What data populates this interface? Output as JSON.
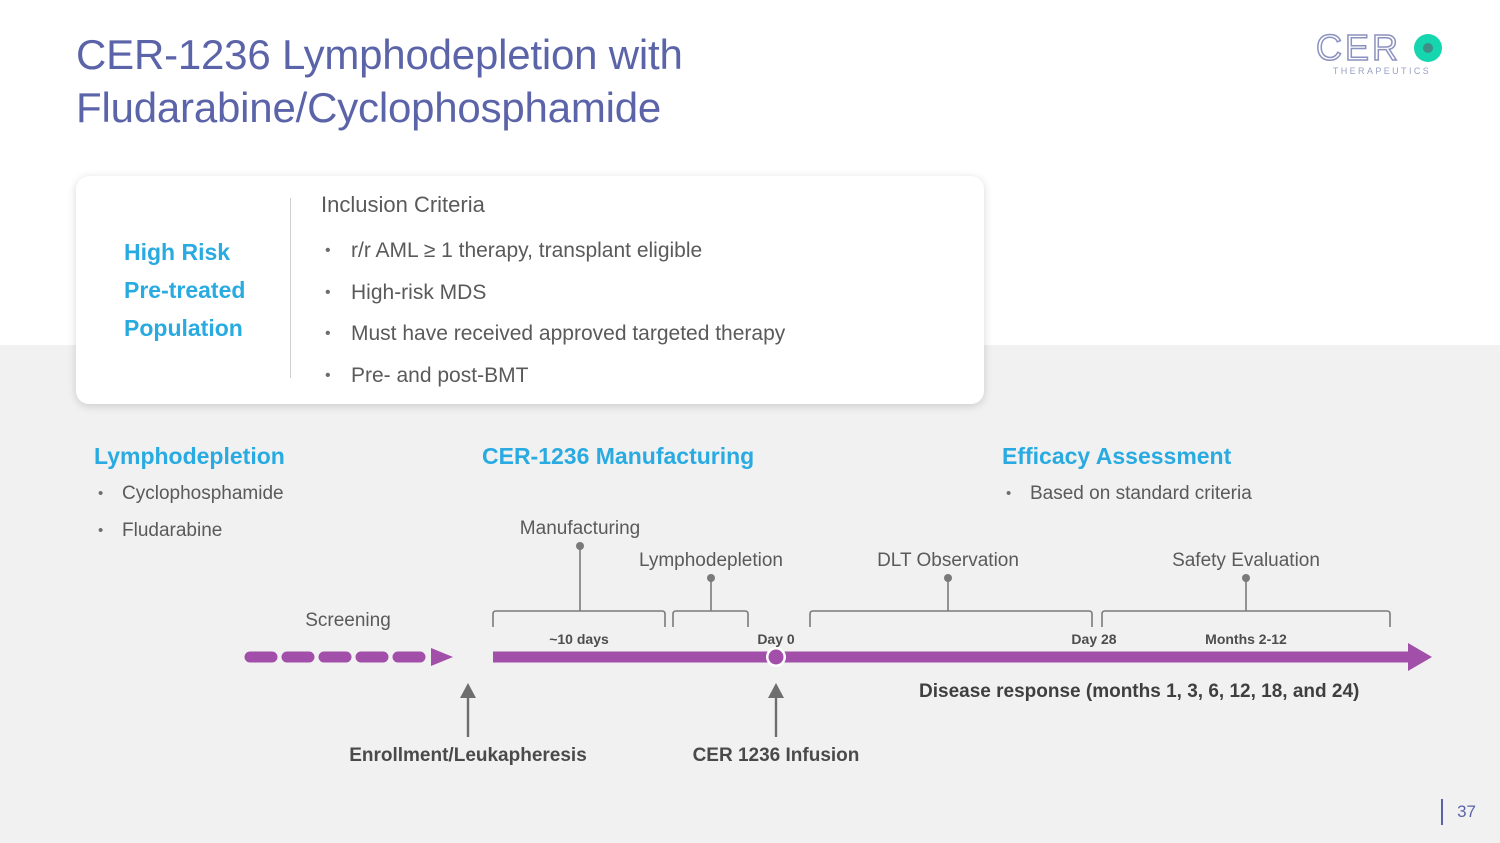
{
  "slide": {
    "title": "CER-1236 Lymphodepletion with\nFludarabine/Cyclophosphamide",
    "page_number": "37",
    "title_color": "#5b64a8",
    "accent_color": "#29abe2",
    "timeline_color": "#a14fa8",
    "band_color": "#f1f1f1"
  },
  "logo": {
    "wordmark": "CER",
    "subtitle": "THERAPEUTICS",
    "dot_color": "#0fd6b0"
  },
  "criteria_card": {
    "population_label": "High Risk\nPre-treated\nPopulation",
    "heading": "Inclusion Criteria",
    "items": [
      "r/r AML ≥ 1 therapy, transplant eligible",
      "High-risk MDS",
      "Must have received approved targeted therapy",
      "Pre- and post-BMT"
    ]
  },
  "sections": [
    {
      "id": "lymphodepletion",
      "heading": "Lymphodepletion",
      "bullets": [
        "Cyclophosphamide",
        "Fludarabine"
      ]
    },
    {
      "id": "manufacturing",
      "heading": "CER-1236 Manufacturing",
      "bullets": []
    },
    {
      "id": "efficacy",
      "heading": "Efficacy Assessment",
      "bullets": [
        "Based on standard criteria"
      ]
    }
  ],
  "timeline": {
    "screening_label": "Screening",
    "phases": [
      {
        "label": "Manufacturing",
        "tick": "~10 days"
      },
      {
        "label": "Lymphodepletion",
        "tick": "Day 0"
      },
      {
        "label": "DLT Observation",
        "tick": "Day 28"
      },
      {
        "label": "Safety Evaluation",
        "tick": "Months 2-12"
      }
    ],
    "events": [
      {
        "label": "Enrollment/Leukapheresis"
      },
      {
        "label": "CER 1236 Infusion"
      }
    ],
    "response_note": "Disease response (months 1, 3, 6, 12, 18, and 24)"
  }
}
